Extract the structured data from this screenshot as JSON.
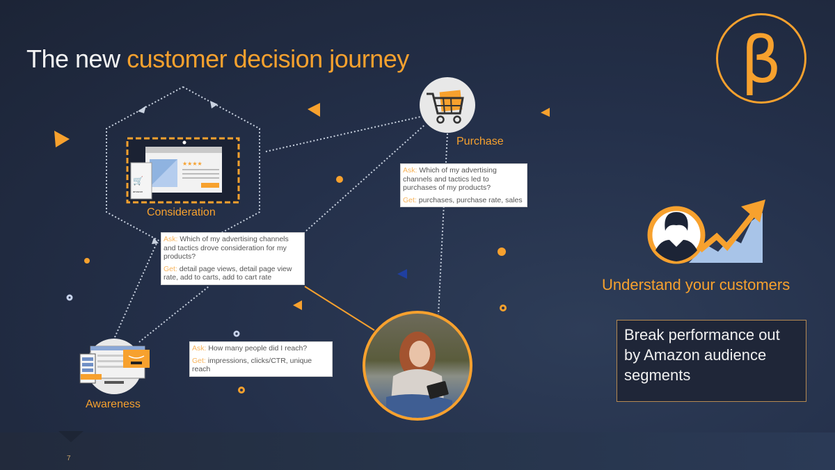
{
  "slide": {
    "title_prefix": "The new ",
    "title_highlight": "customer decision journey",
    "page_number": "7",
    "logo_glyph": "β",
    "logo_icon": "beta-logo-icon"
  },
  "colors": {
    "accent": "#f7a12e",
    "background": "#24304a",
    "text_light": "#f4f4f4",
    "callout_bg": "#ffffff"
  },
  "journey": {
    "stages": [
      {
        "label": "Consideration",
        "icon": "browser-mobile-product-page-icon"
      },
      {
        "label": "Purchase",
        "icon": "shopping-cart-icon"
      },
      {
        "label": "Awareness",
        "icon": "desktop-ad-icon"
      }
    ],
    "callouts": {
      "purchase": {
        "ask_key": "Ask:",
        "ask": "Which of my advertising channels and tactics led to purchases of my products?",
        "get_key": "Get:",
        "get": "purchases, purchase rate, sales"
      },
      "consideration": {
        "ask_key": "Ask:",
        "ask": "Which of my advertising channels and tactics drove consideration for my products?",
        "get_key": "Get:",
        "get": "detail page views, detail page view rate, add to carts, add to cart rate"
      },
      "awareness": {
        "ask_key": "Ask:",
        "ask": "How many people did I reach?",
        "get_key": "Get:",
        "get": "impressions, clicks/CTR, unique reach"
      }
    },
    "customer_photo": "woman-reading-tablet-photo"
  },
  "insights": {
    "understand_label": "Understand your customers",
    "understand_icon": "customer-growth-chart-icon",
    "break_text": "Break performance out by Amazon audience segments"
  }
}
